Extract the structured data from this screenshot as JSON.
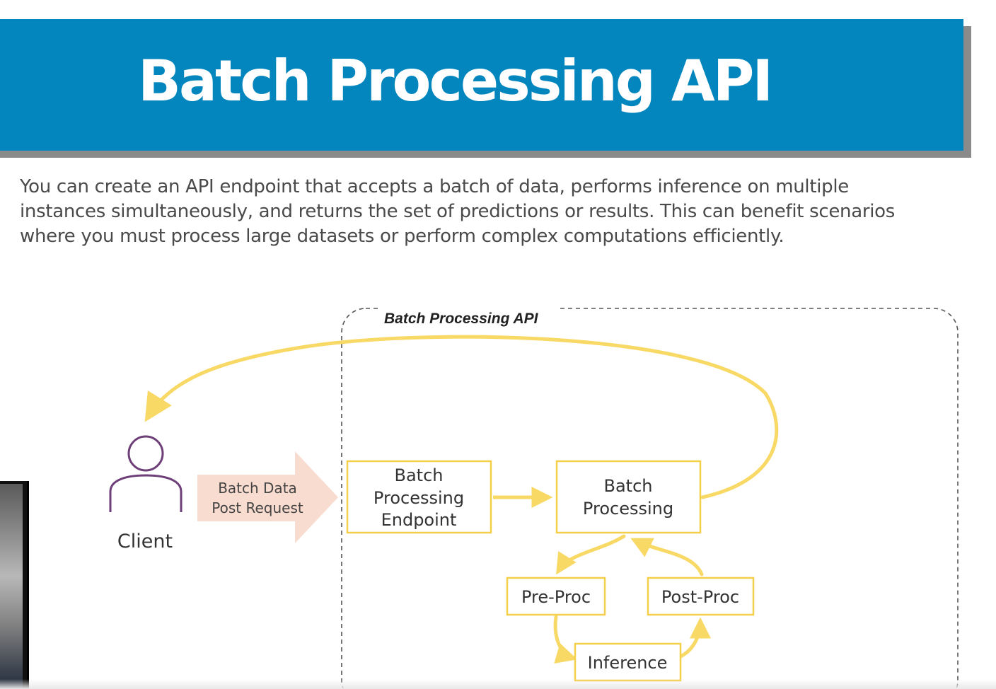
{
  "slide": {
    "title": "Batch Processing API",
    "intro_lines": [
      "You can create an API endpoint that accepts a batch of data, performs inference on multiple",
      "instances simultaneously, and returns the set of predictions or results. This can benefit scenarios",
      "where you must process large datasets or perform complex computations efficiently."
    ],
    "banner_color": "#0386bd"
  },
  "diagram": {
    "container_label": "Batch Processing API",
    "client_label": "Client",
    "request_arrow": {
      "line1": "Batch Data",
      "line2": "Post Request"
    },
    "endpoint": {
      "line1": "Batch",
      "line2": "Processing",
      "line3": "Endpoint"
    },
    "batch_processing": {
      "line1": "Batch",
      "line2": "Processing"
    },
    "pre_proc": "Pre-Proc",
    "post_proc": "Post-Proc",
    "inference": "Inference",
    "colors": {
      "flow": "#f8d966",
      "box_border": "#f4cf4a",
      "request_arrow": "#f9dcd0",
      "client_icon": "#6e3f78",
      "dashed_border": "#555555"
    }
  },
  "icons": [
    "user-icon"
  ]
}
